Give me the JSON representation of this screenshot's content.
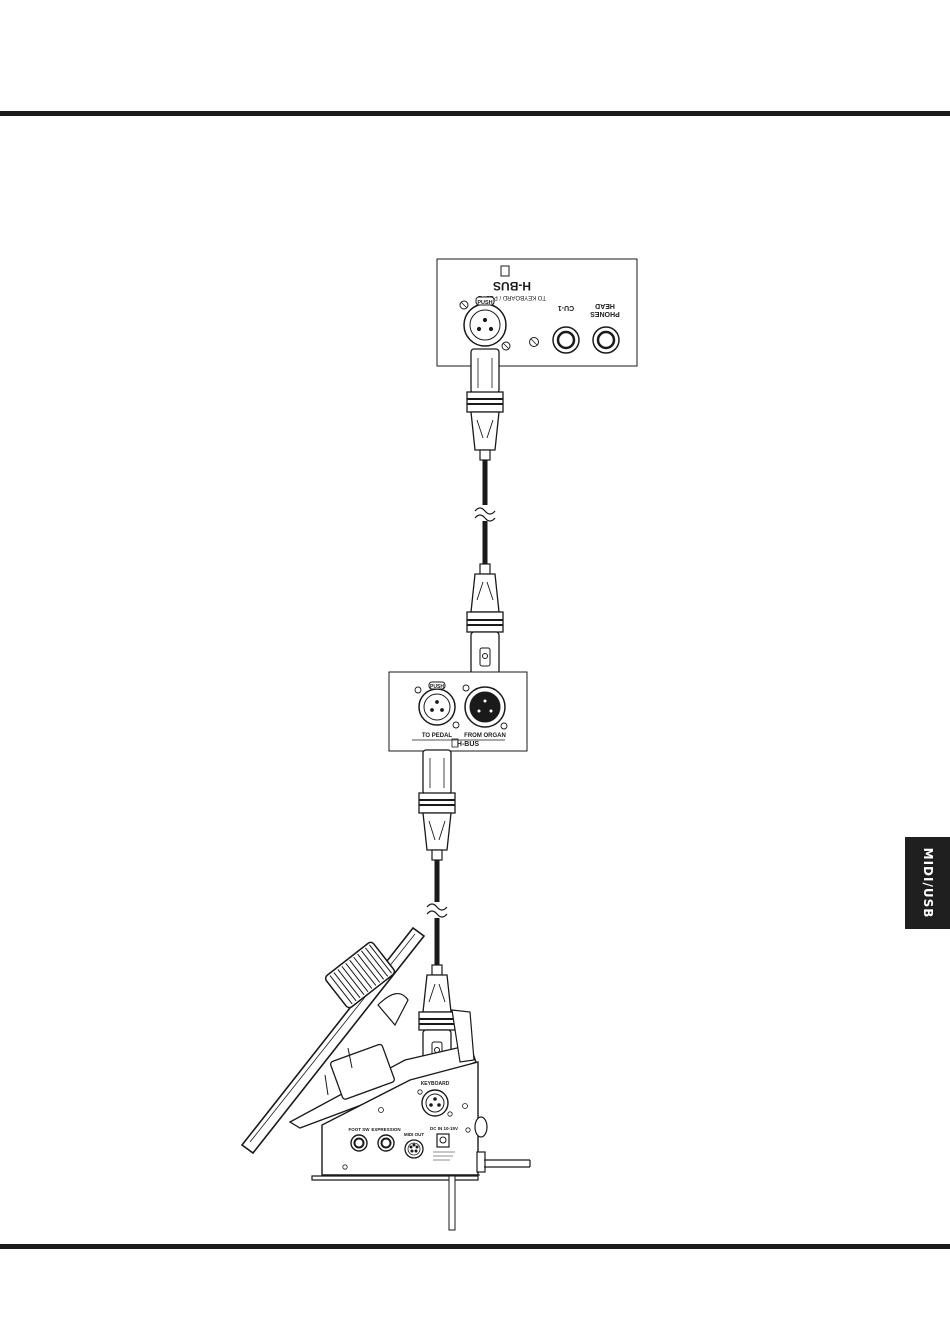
{
  "side_tab": {
    "label": "MIDI/USB"
  },
  "organ_panel": {
    "bus_label": "H-BUS",
    "bus_sublabel": "TO KEYBOARD / PEDAL",
    "push_label": "PUSH",
    "jack1_label": "CU-1",
    "jack2_label_line1": "HEAD",
    "jack2_label_line2": "PHONES"
  },
  "middle_box": {
    "push_label": "PUSH",
    "left_label": "TO PEDAL",
    "right_label": "FROM ORGAN",
    "bus_label": "H-BUS"
  },
  "pedal_unit": {
    "keyboard_label": "KEYBOARD",
    "foot_sw_label": "FOOT SW",
    "expression_label": "EXPRESSION",
    "midi_out_label": "MIDI OUT",
    "dc_in_label": "DC IN 10-15V"
  },
  "colors": {
    "ink": "#1a1a1a",
    "tab_bg": "#1f1f1f",
    "tab_text": "#ffffff"
  }
}
